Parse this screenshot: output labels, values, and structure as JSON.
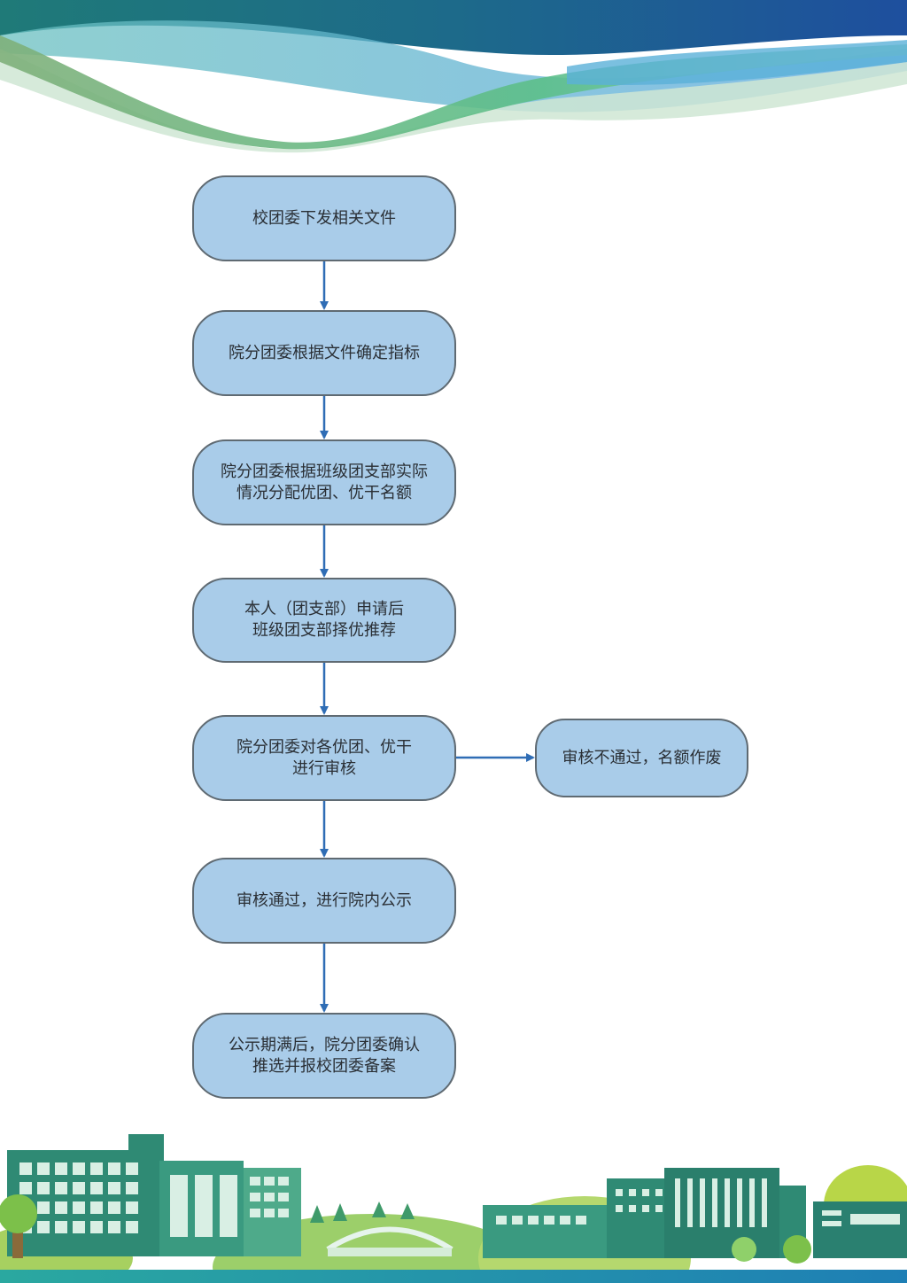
{
  "flowchart": {
    "steps": [
      {
        "text": "校团委下发相关文件"
      },
      {
        "text": "院分团委根据文件确定指标"
      },
      {
        "text": "院分团委根据班级团支部实际\n情况分配优团、优干名额"
      },
      {
        "text": "本人（团支部）申请后\n班级团支部择优推荐"
      },
      {
        "text": "院分团委对各优团、优干\n进行审核"
      },
      {
        "text": "审核通过，进行院内公示"
      },
      {
        "text": "公示期满后，院分团委确认\n推选并报校团委备案"
      }
    ],
    "branch": {
      "text": "审核不通过，名额作废"
    }
  },
  "colors": {
    "node_fill": "#a9cce9",
    "node_border": "#5f6a72",
    "arrow": "#2f6db5",
    "text": "#2a2f35"
  }
}
